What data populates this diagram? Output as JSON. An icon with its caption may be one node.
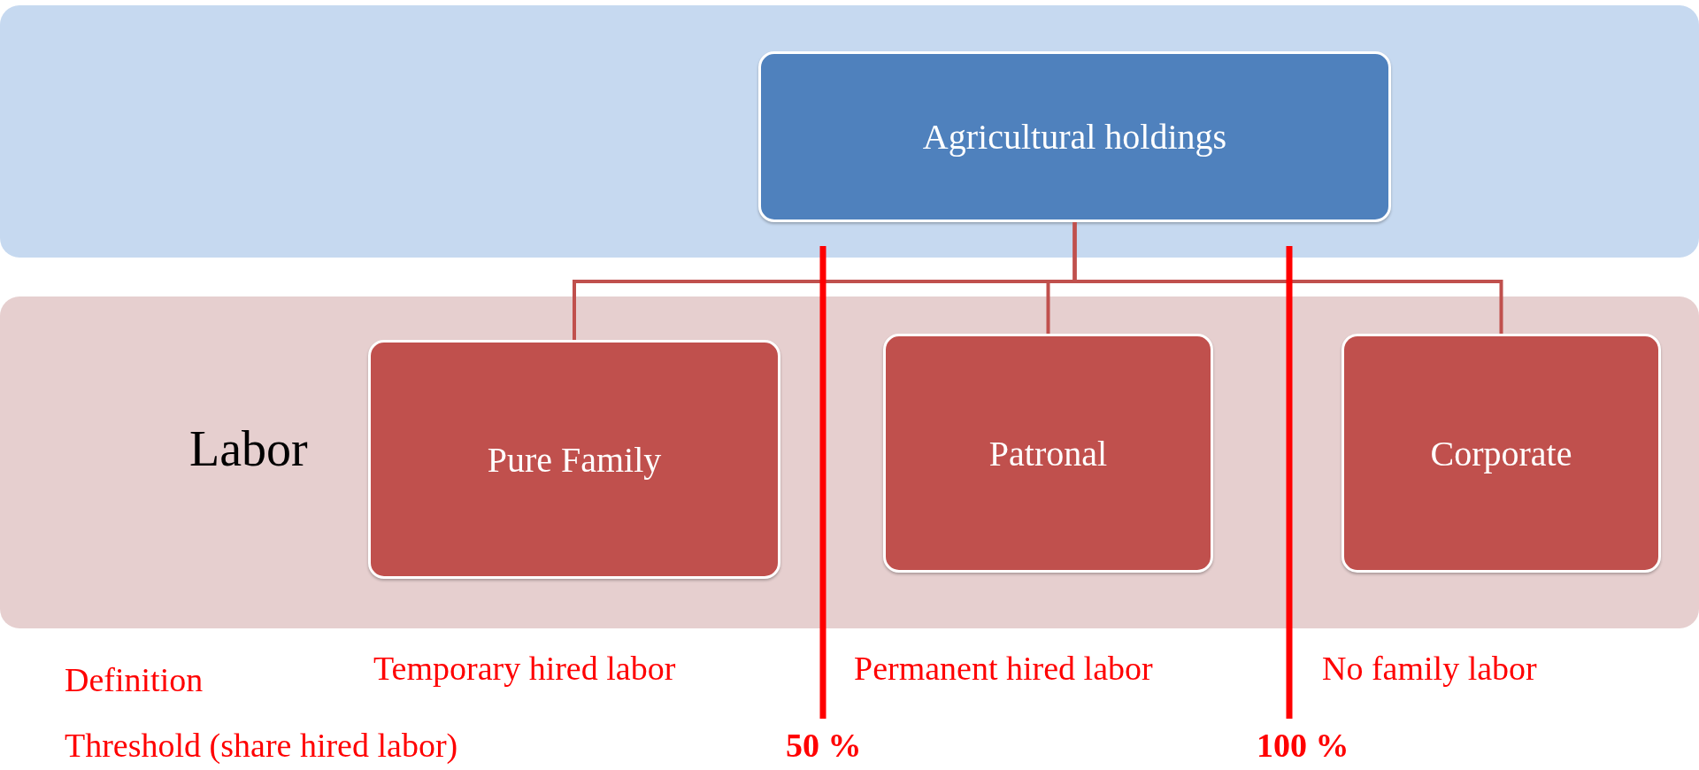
{
  "diagram": {
    "nodes": [
      {
        "text": [],
        "shape": "box"
      },
      {
        "text": [
          "Agricultural holdings"
        ],
        "in": 0
      },
      {
        "text": [
          "Labor"
        ]
      },
      {
        "text": [
          "Pure Family"
        ],
        "in": 2
      },
      {
        "text": [
          "Patronal"
        ],
        "in": 2
      },
      {
        "text": [
          "Corporate"
        ],
        "in": 2
      }
    ],
    "edges": [
      {
        "from": 1,
        "to": 3,
        "arrow": "none"
      },
      {
        "from": 1,
        "to": 4,
        "arrow": "none"
      },
      {
        "from": 1,
        "to": 5,
        "arrow": "none"
      }
    ],
    "labels": [
      "Definition",
      "Temporary hired labor",
      "Permanent hired labor",
      "No family labor",
      "Threshold (share hired labor)",
      "50 %",
      "100 %"
    ]
  }
}
